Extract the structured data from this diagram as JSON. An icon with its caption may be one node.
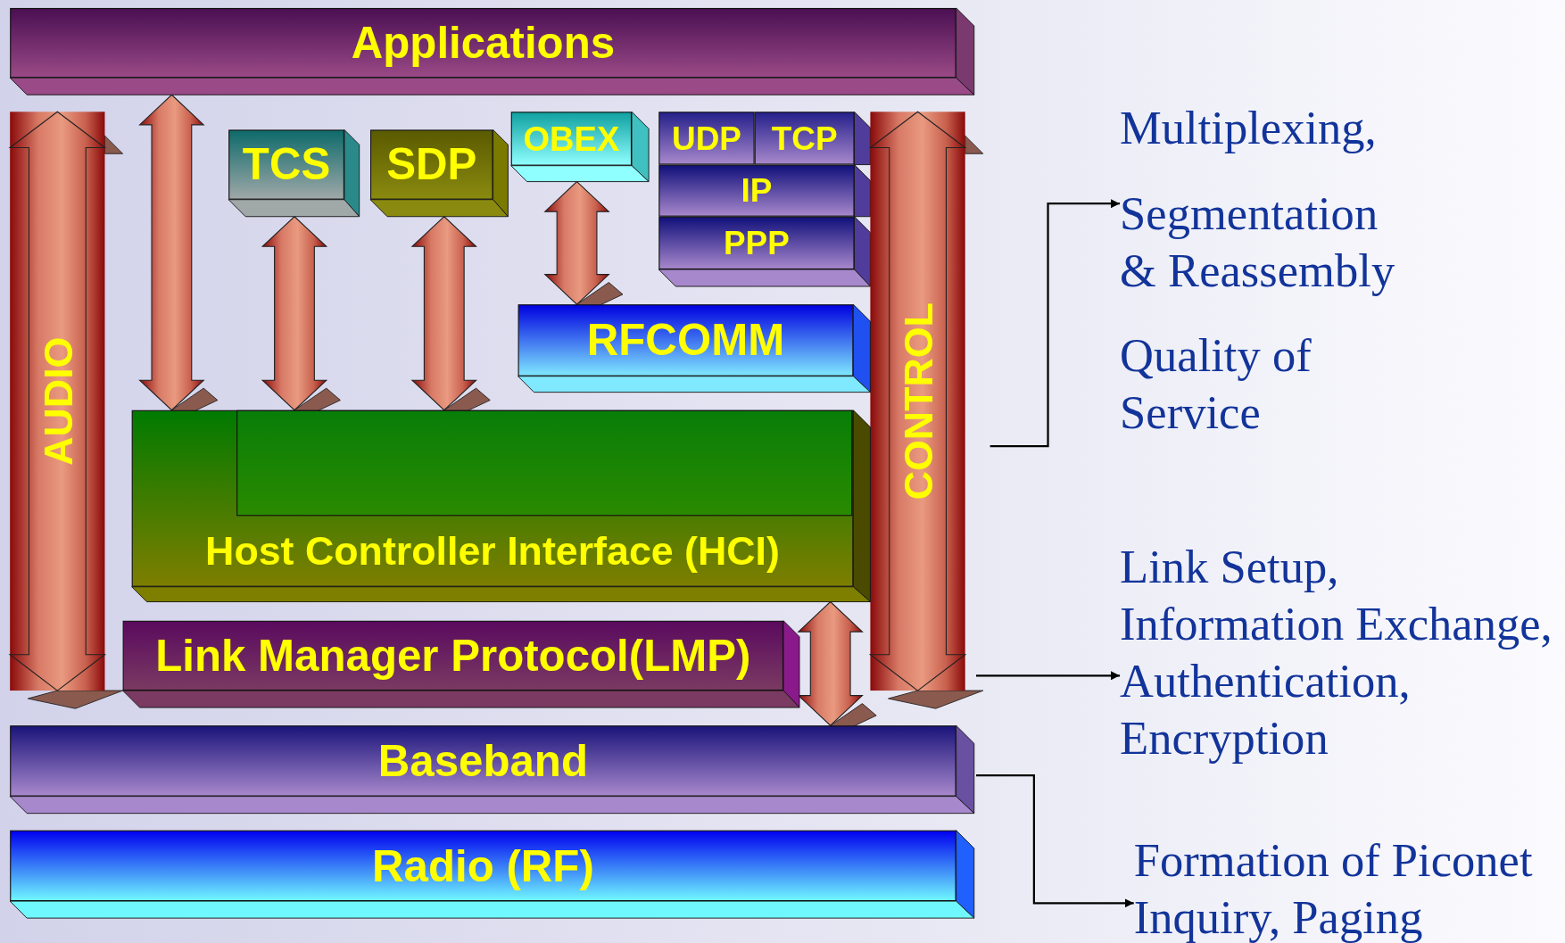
{
  "diagram": {
    "nodes": [
      {
        "text": [
          "Applications"
        ]
      },
      {
        "text": [
          "AUDIO"
        ]
      },
      {
        "text": [
          "TCS"
        ]
      },
      {
        "text": [
          "SDP"
        ]
      },
      {
        "text": [
          "OBEX"
        ]
      },
      {
        "text": [
          "UDP"
        ]
      },
      {
        "text": [
          "TCP"
        ]
      },
      {
        "text": [
          "IP"
        ]
      },
      {
        "text": [
          "PPP"
        ]
      },
      {
        "text": [
          "CONTROL"
        ]
      },
      {
        "text": [
          "RFCOMM"
        ]
      },
      {
        "text": [
          "Host Controller Interface (HCI)"
        ]
      },
      {
        "text": [],
        "shape": "box",
        "in": 11
      },
      {
        "text": [
          "Link Manager Protocol(LMP)"
        ]
      },
      {
        "text": [
          "Baseband"
        ]
      },
      {
        "text": [
          "Radio (RF)"
        ]
      },
      {
        "text": [
          "Multiplexing,"
        ]
      },
      {
        "text": [
          "Segmentation & Reassembly"
        ]
      },
      {
        "text": [
          "Quality of Service"
        ]
      },
      {
        "text": [
          "Link Setup, Information Exchange, Authentication, Encryption"
        ]
      },
      {
        "text": [
          "Formation of Piconet Inquiry, Paging"
        ]
      }
    ],
    "edges": [
      {
        "from": 0,
        "to": 11,
        "arrow": "both",
        "style": "thick"
      },
      {
        "from": 2,
        "to": 11,
        "arrow": "both",
        "style": "thick"
      },
      {
        "from": 3,
        "to": 11,
        "arrow": "both",
        "style": "thick"
      },
      {
        "from": 4,
        "to": 10,
        "arrow": "both",
        "style": "thick"
      },
      {
        "from": 11,
        "to": 14,
        "arrow": "both",
        "style": "thick"
      },
      {
        "from": null,
        "to": 17,
        "arrow": "to"
      },
      {
        "from": 9,
        "to": 19,
        "arrow": "to"
      },
      {
        "from": 14,
        "to": 20,
        "arrow": "to"
      }
    ]
  }
}
